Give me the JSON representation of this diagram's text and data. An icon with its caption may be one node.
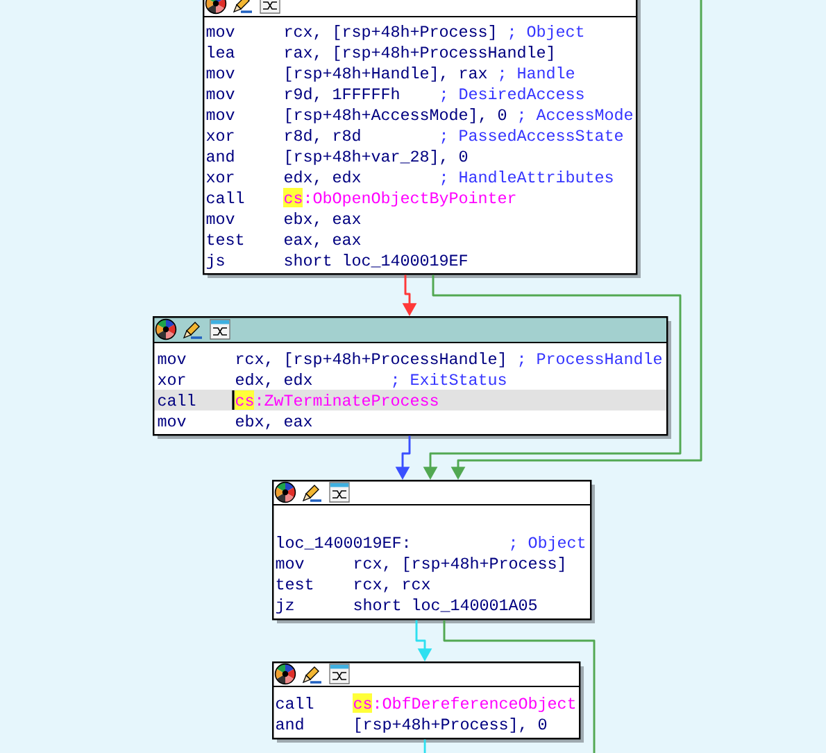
{
  "diagram": {
    "nodes": [
      {
        "text": [
          "mov",
          "rcx, [rsp+48h+Process]",
          "; Object",
          "lea",
          "rax, [rsp+48h+ProcessHandle]",
          "mov",
          "[rsp+48h+Handle], rax",
          "; Handle",
          "mov",
          "r9d, 1FFFFFh",
          "; DesiredAccess",
          "mov",
          "[rsp+48h+AccessMode], 0",
          "; AccessMode",
          "xor",
          "r8d, r8d",
          "; PassedAccessState",
          "and",
          "[rsp+48h+var_28], 0",
          "xor",
          "edx, edx",
          "; HandleAttributes",
          "call",
          "cs:ObOpenObjectByPointer",
          "mov",
          "ebx, eax",
          "test",
          "eax, eax",
          "js",
          "short loc_1400019EF"
        ]
      },
      {
        "text": [
          "mov",
          "rcx, [rsp+48h+ProcessHandle]",
          "; ProcessHandle",
          "xor",
          "edx, edx",
          "; ExitStatus",
          "call",
          "cs:ZwTerminateProcess",
          "mov",
          "ebx, eax"
        ]
      },
      {
        "text": [
          "loc_1400019EF:",
          "; Object",
          "mov",
          "rcx, [rsp+48h+Process]",
          "test",
          "rcx, rcx",
          "jz",
          "short loc_140001A05"
        ]
      },
      {
        "text": [
          "call",
          "cs:ObfDereferenceObject",
          "and",
          "[rsp+48h+Process], 0"
        ]
      }
    ],
    "edges": [
      {
        "from": 0,
        "to": 1,
        "arrow": "to",
        "color": "#ff3838"
      },
      {
        "from": 0,
        "to": 2,
        "arrow": "to"
      },
      {
        "from": 1,
        "to": 2,
        "arrow": "to",
        "color": "#3a50ff"
      },
      {
        "from": null,
        "to": 2,
        "arrow": "to"
      },
      {
        "from": 2,
        "to": 3,
        "arrow": "to",
        "color": "#2ee0f0"
      },
      {
        "from": 2,
        "to": null,
        "arrow": "none"
      },
      {
        "from": 3,
        "to": null,
        "arrow": "none",
        "color": "#2ee0f0"
      }
    ]
  }
}
